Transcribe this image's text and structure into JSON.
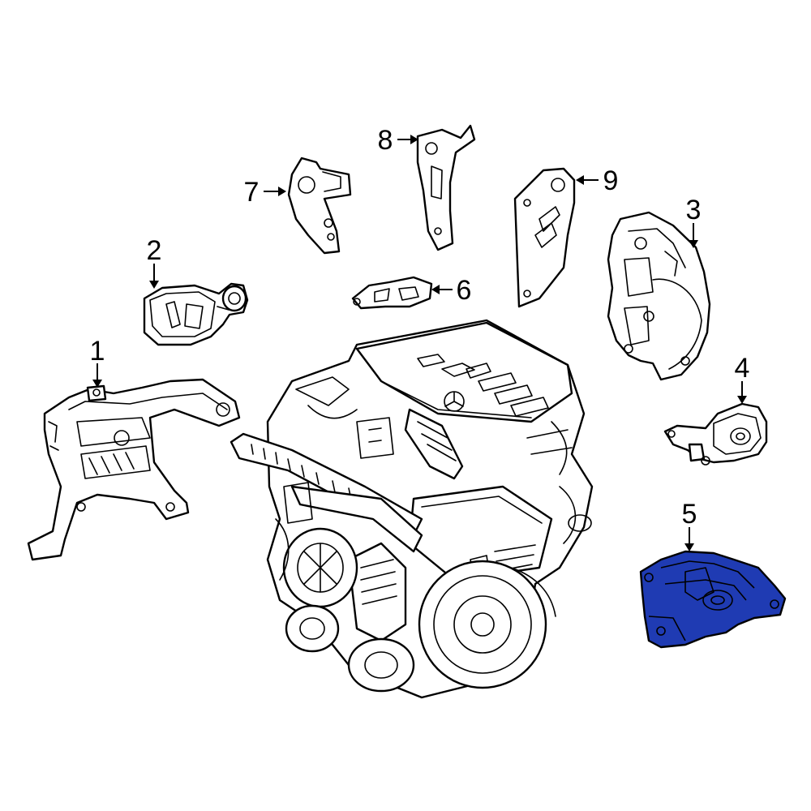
{
  "callouts": [
    "1",
    "2",
    "3",
    "4",
    "5",
    "6",
    "7",
    "8",
    "9"
  ],
  "colors": {
    "highlight": "#1f3bb3",
    "outline": "#000000",
    "background": "#ffffff"
  },
  "highlighted_part": "5"
}
